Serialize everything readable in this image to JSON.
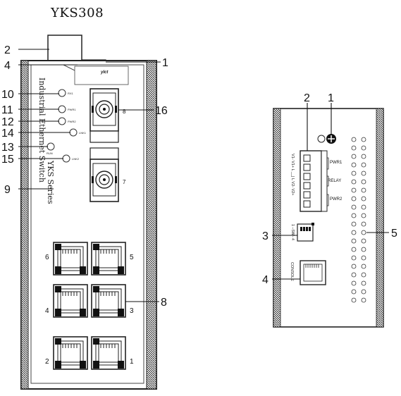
{
  "title": "YKS308",
  "front_panel": {
    "callouts": [
      "10",
      "11",
      "12",
      "14",
      "13",
      "15",
      "9",
      "2",
      "4",
      "1",
      "16",
      "8"
    ],
    "led_labels": [
      "RX1",
      "PWR1",
      "PWR2",
      "LNK1",
      "RUN",
      "LNK2"
    ],
    "brand": "ylct",
    "side_text": [
      "Industrial Ethernet Switch",
      "YKS Series"
    ],
    "port_numbers": [
      "6",
      "5",
      "4",
      "3",
      "2",
      "1"
    ],
    "fiber_numbers": [
      "8",
      "7"
    ]
  },
  "top_view": {
    "callouts": [
      "2",
      "1",
      "3",
      "4",
      "5"
    ],
    "terminal_labels": [
      "PWR1",
      "RELAY",
      "PWR2"
    ],
    "terminal_pins": "V1- V1+ L __| L V2- V2+",
    "dip_label": "1 --SW-- 4",
    "console_label": "CONSOLE"
  }
}
